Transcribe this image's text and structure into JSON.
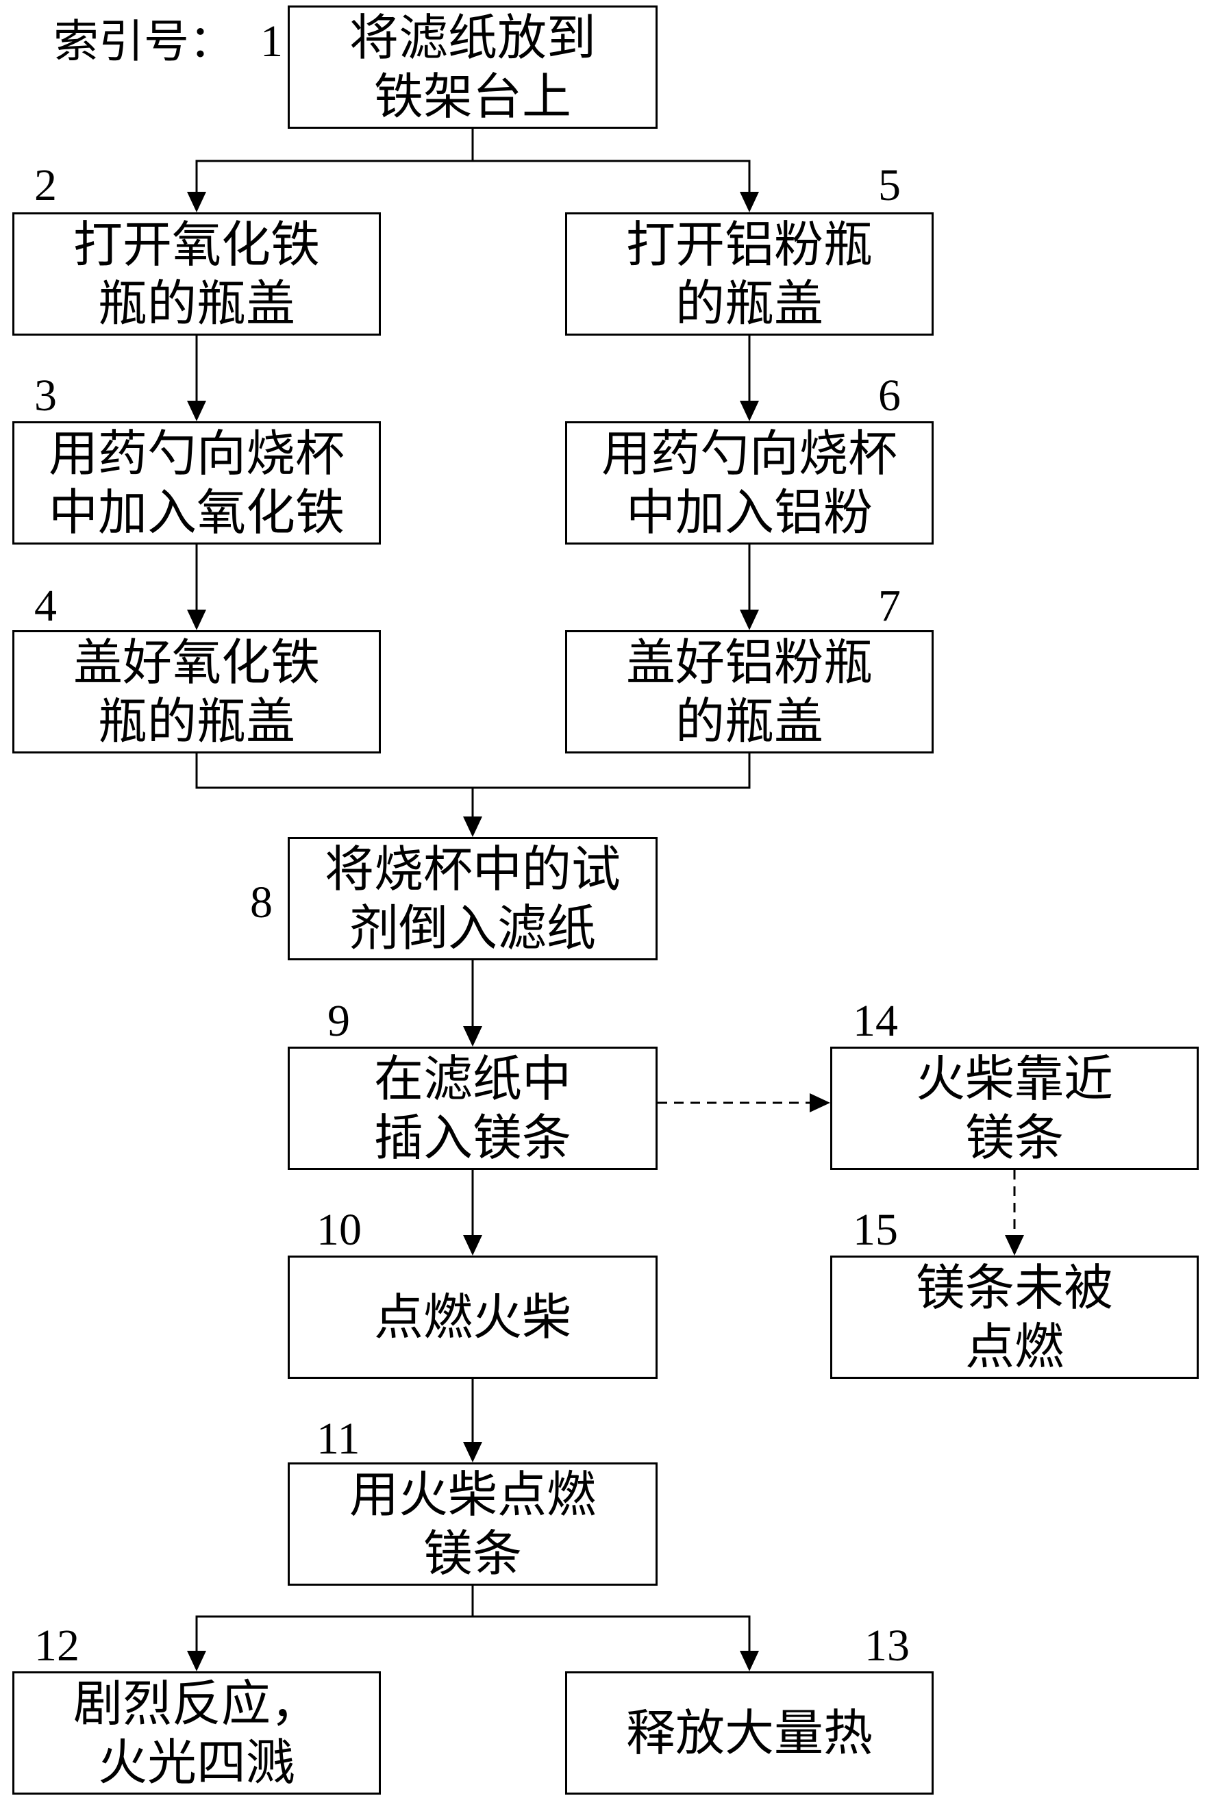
{
  "index_label": "索引号：",
  "steps": {
    "s1": {
      "number": "1",
      "lines": [
        "将滤纸放到",
        "铁架台上"
      ]
    },
    "s2": {
      "number": "2",
      "lines": [
        "打开氧化铁",
        "瓶的瓶盖"
      ]
    },
    "s3": {
      "number": "3",
      "lines": [
        "用药勺向烧杯",
        "中加入氧化铁"
      ]
    },
    "s4": {
      "number": "4",
      "lines": [
        "盖好氧化铁",
        "瓶的瓶盖"
      ]
    },
    "s5": {
      "number": "5",
      "lines": [
        "打开铝粉瓶",
        "的瓶盖"
      ]
    },
    "s6": {
      "number": "6",
      "lines": [
        "用药勺向烧杯",
        "中加入铝粉"
      ]
    },
    "s7": {
      "number": "7",
      "lines": [
        "盖好铝粉瓶",
        "的瓶盖"
      ]
    },
    "s8": {
      "number": "8",
      "lines": [
        "将烧杯中的试",
        "剂倒入滤纸"
      ]
    },
    "s9": {
      "number": "9",
      "lines": [
        "在滤纸中",
        "插入镁条"
      ]
    },
    "s10": {
      "number": "10",
      "lines": [
        "点燃火柴"
      ]
    },
    "s11": {
      "number": "11",
      "lines": [
        "用火柴点燃",
        "镁条"
      ]
    },
    "s12": {
      "number": "12",
      "lines": [
        "剧烈反应，",
        "火光四溅"
      ]
    },
    "s13": {
      "number": "13",
      "lines": [
        "释放大量热"
      ]
    },
    "s14": {
      "number": "14",
      "lines": [
        "火柴靠近",
        "镁条"
      ]
    },
    "s15": {
      "number": "15",
      "lines": [
        "镁条未被",
        "点燃"
      ]
    }
  }
}
